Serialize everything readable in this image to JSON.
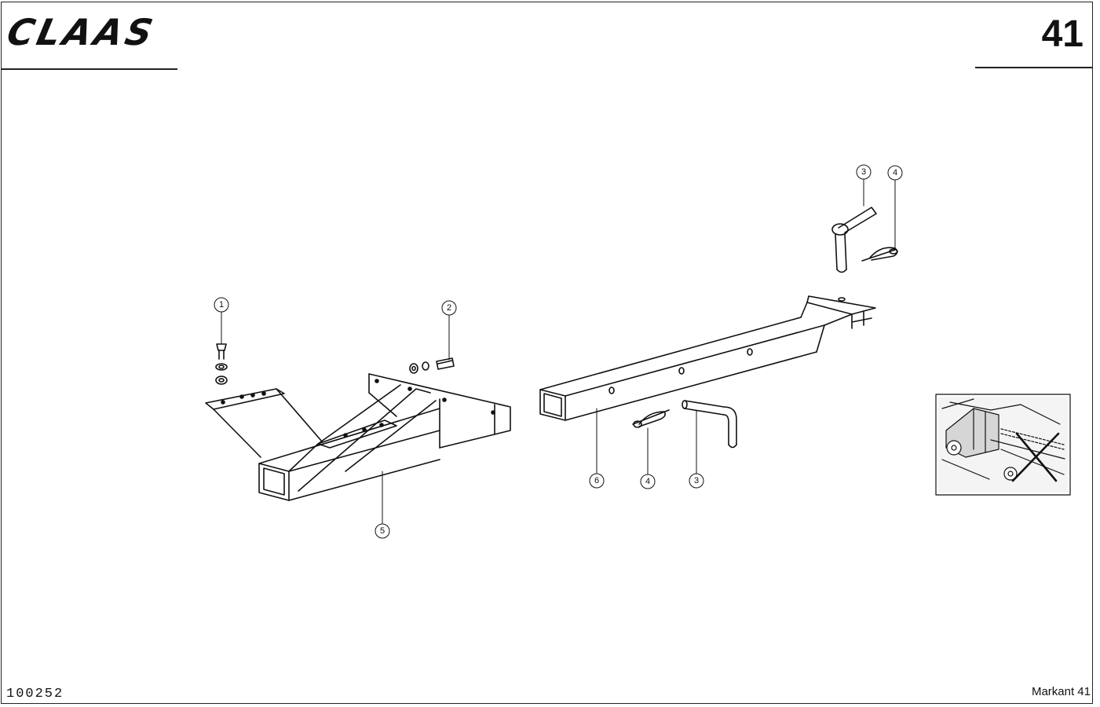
{
  "header": {
    "logo_text": "CLAAS",
    "page_number": "41"
  },
  "footer": {
    "document_number": "100252",
    "model": "Markant 41"
  },
  "callouts": {
    "c1": "1",
    "c2": "2",
    "c3_top": "3",
    "c4_top": "4",
    "c4_bottom": "4",
    "c3_bottom": "3",
    "c5": "5",
    "c6": "6"
  },
  "icons": {
    "thumbnail": "machine-location-thumbnail"
  }
}
